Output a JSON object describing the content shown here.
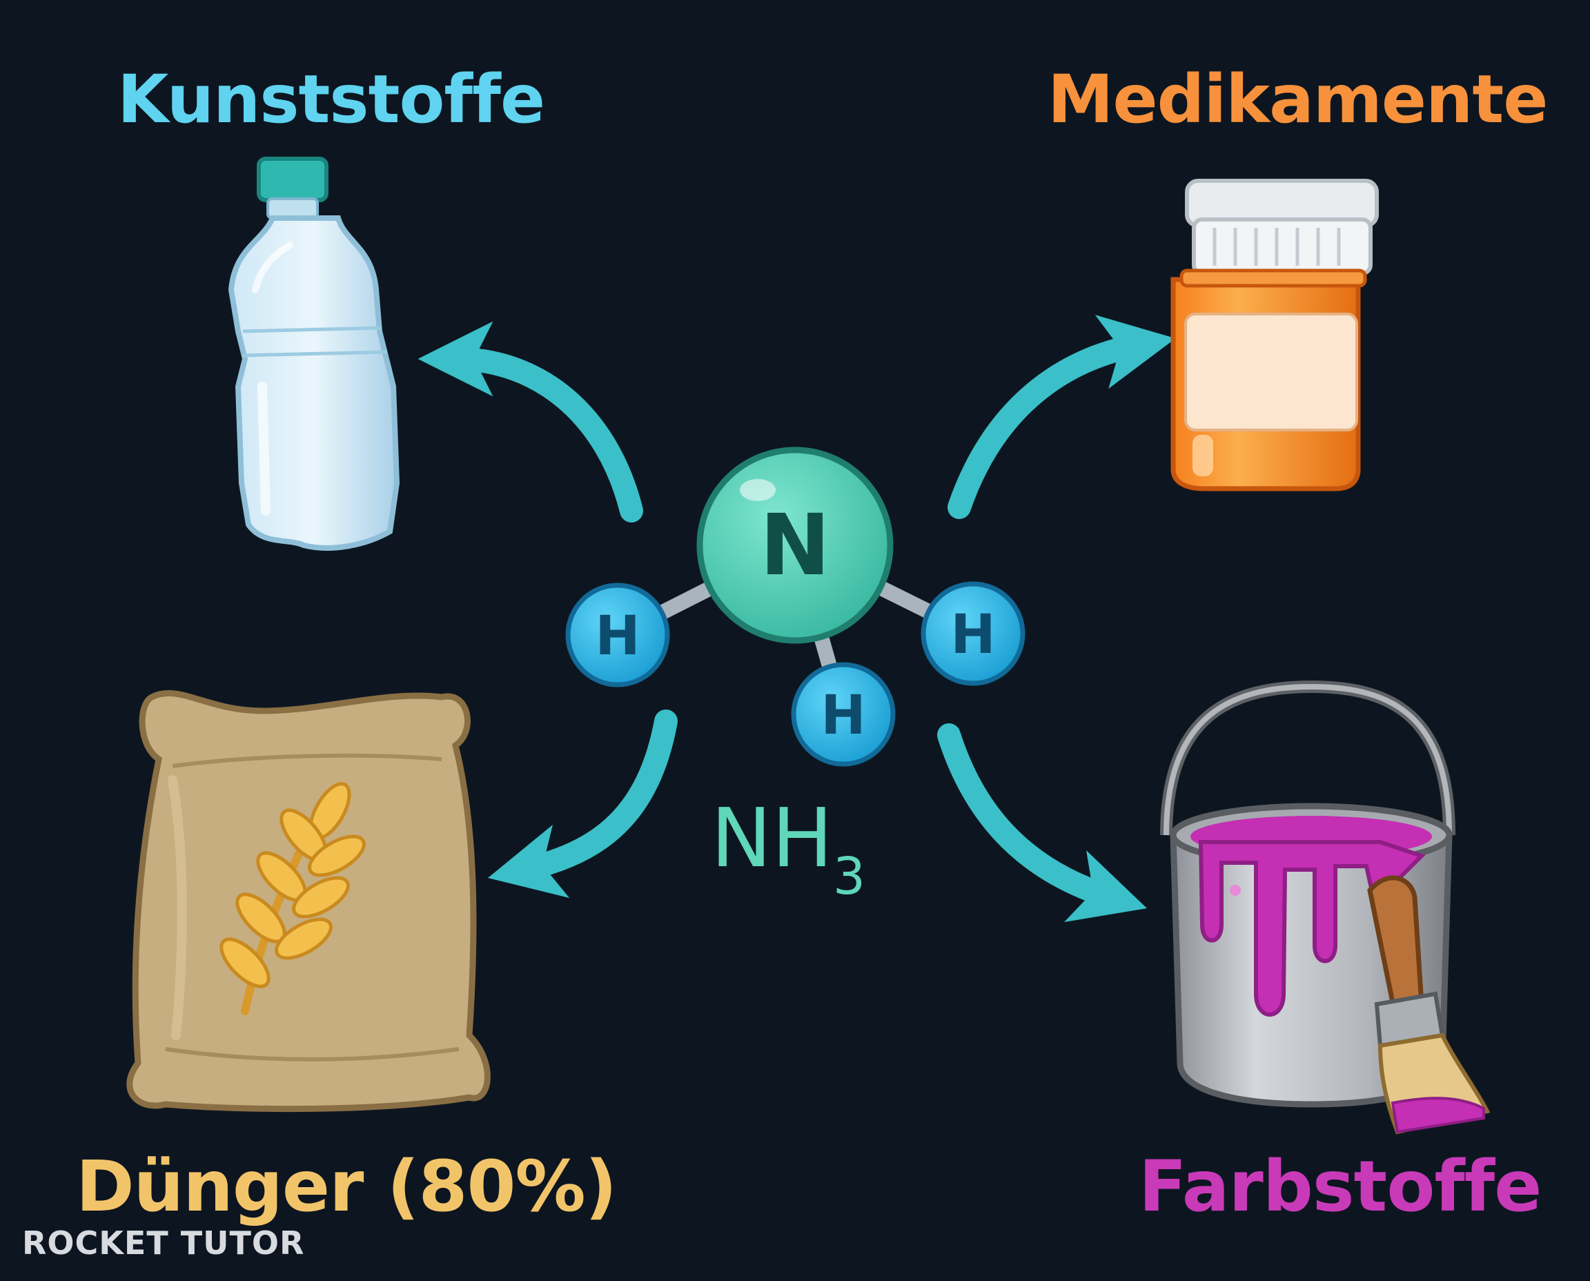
{
  "labels": {
    "top_left": "Kunststoffe",
    "top_right": "Medikamente",
    "bottom_left": "Dünger (80%)",
    "bottom_right": "Farbstoffe"
  },
  "molecule": {
    "center_atom": "N",
    "outer_atoms": [
      "H",
      "H",
      "H"
    ],
    "formula_main": "NH",
    "formula_sub": "3"
  },
  "logo": "ROCKET TUTOR",
  "colors": {
    "background": "#0d1620",
    "arrow": "#3bbfc8",
    "kunststoffe": "#5fd3ef",
    "medikamente": "#f7913c",
    "duenger": "#f2c46a",
    "farbstoffe": "#c93ab8",
    "nitrogen": "#4fcdb5",
    "hydrogen": "#2ab6e6",
    "formula": "#5fd7b8"
  },
  "icons": [
    "plastic-bottle-icon",
    "pill-bottle-icon",
    "fertilizer-sack-icon",
    "wheat-icon",
    "paint-bucket-icon",
    "paintbrush-icon"
  ]
}
